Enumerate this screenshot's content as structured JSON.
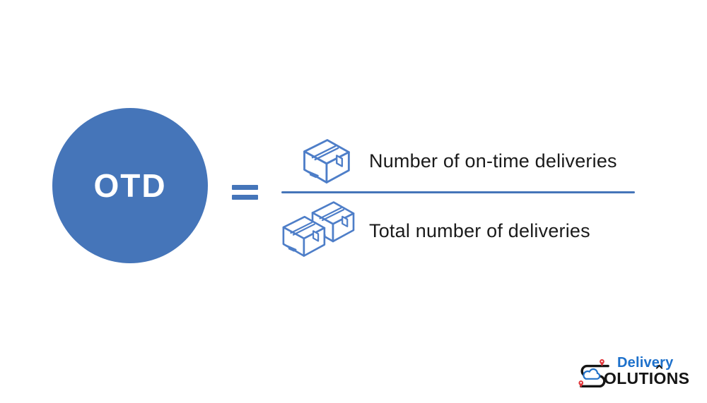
{
  "formula": {
    "result_label": "OTD",
    "operator": "=",
    "numerator": {
      "label": "Number of on-time deliveries",
      "icon": "package-box-icon"
    },
    "denominator": {
      "label": "Total number of deliveries",
      "icon": "package-boxes-icon"
    }
  },
  "logo": {
    "brand_top": "Delivery",
    "solutions": {
      "initial_icon": "route-s-icon",
      "part1": "OLUTI",
      "o": "O",
      "part2": "NS"
    },
    "icons": [
      "route-s-icon",
      "location-pin-icon",
      "cloud-icon"
    ]
  },
  "colors": {
    "accent_blue": "#4575B9",
    "icon_blue": "#4E7EC8",
    "text_dark": "#1B1B1B",
    "logo_blue": "#1C70CB",
    "logo_black": "#151515",
    "pin_red": "#E2363B",
    "cloud_blue": "#2272C8"
  }
}
